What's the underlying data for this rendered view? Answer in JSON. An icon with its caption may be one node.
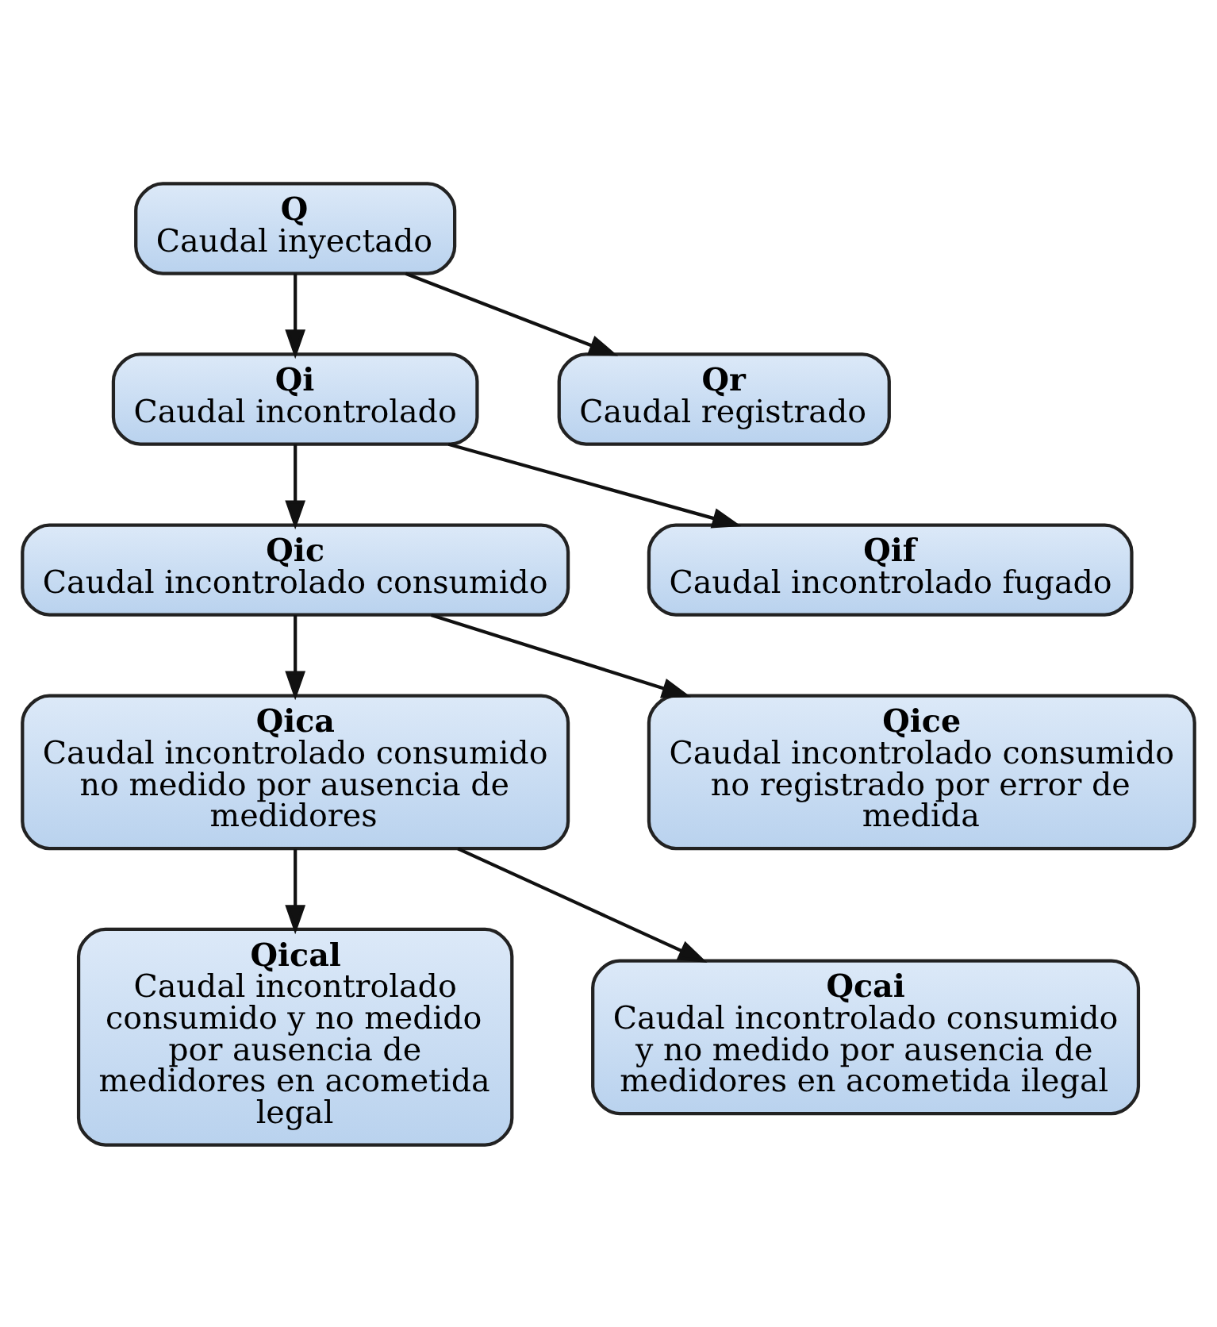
{
  "diagram": {
    "nodes": [
      {
        "text": [
          "Q",
          "Caudal inyectado"
        ]
      },
      {
        "text": [
          "Qi",
          "Caudal incontrolado"
        ]
      },
      {
        "text": [
          "Qr",
          "Caudal registrado"
        ]
      },
      {
        "text": [
          "Qic",
          "Caudal incontrolado consumido"
        ]
      },
      {
        "text": [
          "Qif",
          "Caudal incontrolado fugado"
        ]
      },
      {
        "text": [
          "Qica",
          "Caudal incontrolado consumido no medido por ausencia de medidores"
        ]
      },
      {
        "text": [
          "Qice",
          "Caudal incontrolado consumido no registrado por error de medida"
        ]
      },
      {
        "text": [
          "Qical",
          "Caudal incontrolado consumido y no medido por ausencia de medidores en acometida legal"
        ]
      },
      {
        "text": [
          "Qcai",
          "Caudal incontrolado consumido y no medido por ausencia de medidores en acometida ilegal"
        ]
      }
    ],
    "edges": [
      {
        "from": 0,
        "to": 1,
        "arrow": "to"
      },
      {
        "from": 0,
        "to": 2,
        "arrow": "to"
      },
      {
        "from": 1,
        "to": 3,
        "arrow": "to"
      },
      {
        "from": 1,
        "to": 4,
        "arrow": "to"
      },
      {
        "from": 3,
        "to": 5,
        "arrow": "to"
      },
      {
        "from": 3,
        "to": 6,
        "arrow": "to"
      },
      {
        "from": 5,
        "to": 7,
        "arrow": "to"
      },
      {
        "from": 5,
        "to": 8,
        "arrow": "to"
      }
    ]
  }
}
